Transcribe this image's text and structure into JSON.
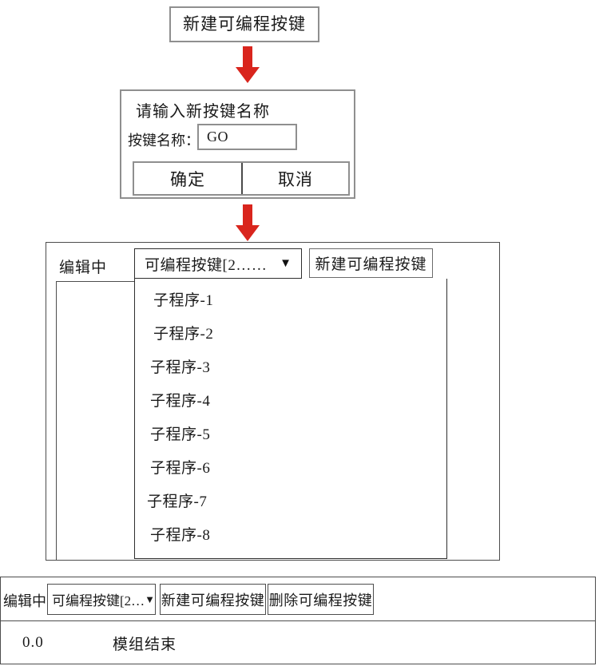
{
  "step1": {
    "label": "新建可编程按键"
  },
  "arrows": {
    "color": "#d9251d",
    "icon": "arrow-down-icon",
    "count": 2
  },
  "dialog": {
    "title": "请输入新按键名称",
    "field_label": "按键名称：",
    "input_value": "GO",
    "input_placeholder": "",
    "confirm_label": "确定",
    "cancel_label": "取消"
  },
  "panel": {
    "status_label": "编辑中",
    "combo_value": "可编程按键[2……",
    "combo_caret": "▼",
    "new_button_label": "新建可编程按键",
    "dropdown_items": [
      {
        "label": "子程序-1",
        "indent": 1
      },
      {
        "label": "子程序-2",
        "indent": 1
      },
      {
        "label": "子程序-3",
        "indent": 2
      },
      {
        "label": "子程序-4",
        "indent": 2
      },
      {
        "label": "子程序-5",
        "indent": 2
      },
      {
        "label": "子程序-6",
        "indent": 2
      },
      {
        "label": "子程序-7",
        "indent": 0
      },
      {
        "label": "子程序-8",
        "indent": 2
      }
    ]
  },
  "bottom": {
    "status_label": "编辑中",
    "combo_value": "可编程按键[2…",
    "combo_caret": "▼",
    "new_button_label": "新建可编程按键",
    "delete_button_label": "删除可编程按键",
    "row": {
      "value": "0.0",
      "text": "模组结束"
    }
  }
}
